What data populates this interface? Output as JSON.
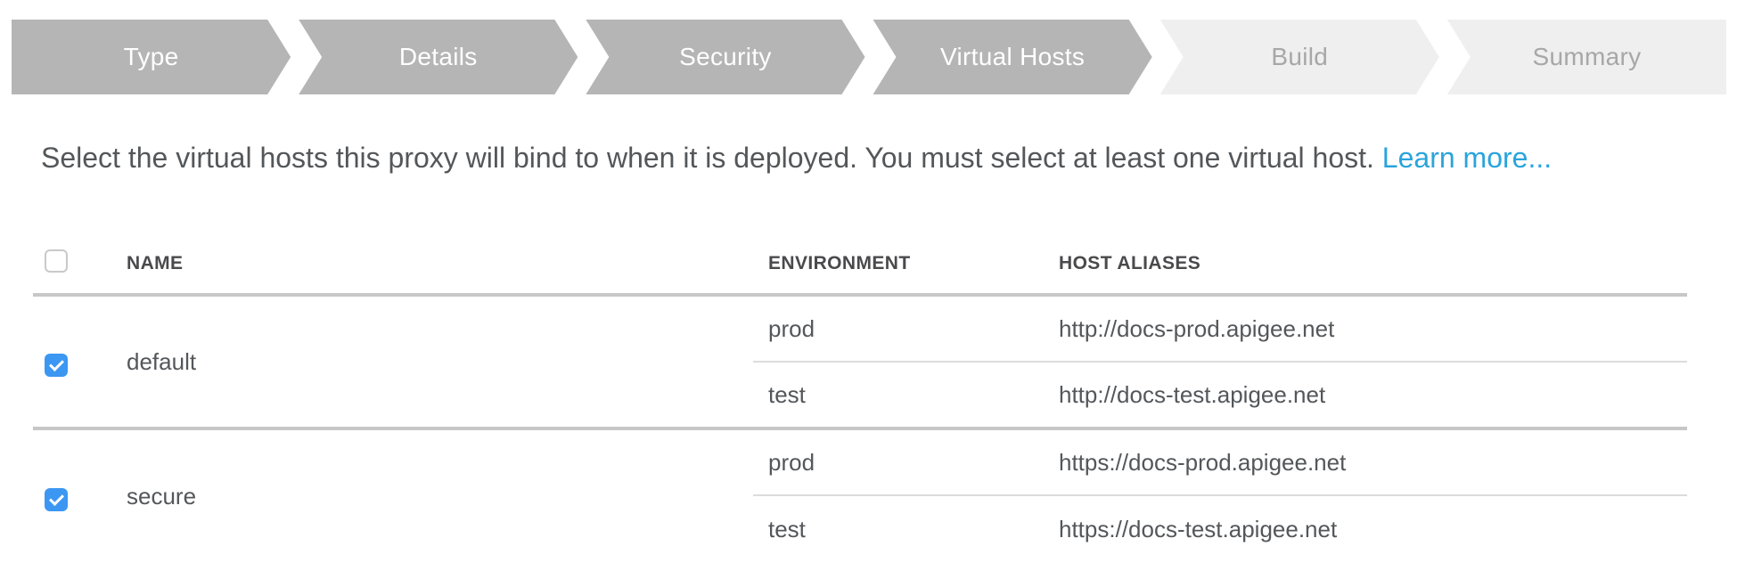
{
  "stepper": {
    "steps": [
      {
        "label": "Type",
        "state": "completed"
      },
      {
        "label": "Details",
        "state": "completed"
      },
      {
        "label": "Security",
        "state": "completed"
      },
      {
        "label": "Virtual Hosts",
        "state": "current"
      },
      {
        "label": "Build",
        "state": "upcoming"
      },
      {
        "label": "Summary",
        "state": "upcoming"
      }
    ]
  },
  "instruction": {
    "text": "Select the virtual hosts this proxy will bind to when it is deployed. You must select at least one virtual host.",
    "link_label": "Learn more..."
  },
  "table": {
    "headers": {
      "name": "NAME",
      "environment": "ENVIRONMENT",
      "host_aliases": "HOST ALIASES"
    },
    "select_all_checked": false,
    "groups": [
      {
        "name": "default",
        "checked": true,
        "hosts": [
          {
            "env": "prod",
            "alias": "http://docs-prod.apigee.net"
          },
          {
            "env": "test",
            "alias": "http://docs-test.apigee.net"
          }
        ]
      },
      {
        "name": "secure",
        "checked": true,
        "hosts": [
          {
            "env": "prod",
            "alias": "https://docs-prod.apigee.net"
          },
          {
            "env": "test",
            "alias": "https://docs-test.apigee.net"
          }
        ]
      }
    ]
  },
  "colors": {
    "accent_blue": "#2AA4DC",
    "checkbox_blue": "#3B97F2",
    "step_active_bg": "#b5b5b5",
    "step_inactive_bg": "#efefef"
  }
}
